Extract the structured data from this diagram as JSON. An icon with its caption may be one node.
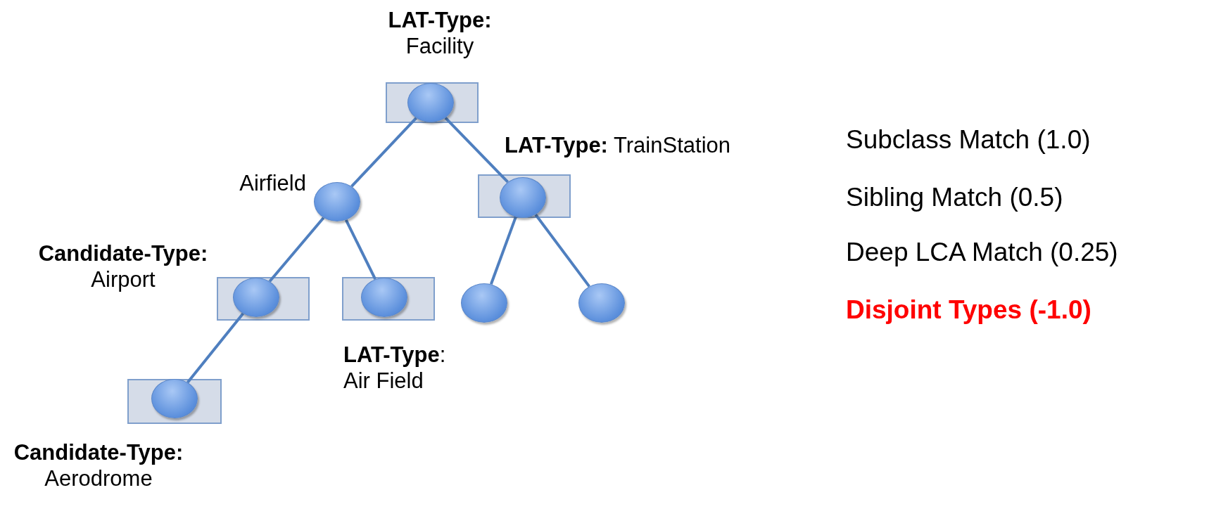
{
  "diagram": {
    "nodes": [
      {
        "text": [
          "**LAT-Type:** Facility"
        ]
      },
      {
        "text": [],
        "shape": "circle",
        "in": 0
      },
      {
        "text": [
          "Airfield"
        ]
      },
      {
        "text": [
          "**LAT-Type:** TrainStation"
        ]
      },
      {
        "text": [],
        "shape": "circle",
        "in": 3
      },
      {
        "text": [
          "**Candidate-Type:** Airport"
        ]
      },
      {
        "text": [],
        "shape": "circle",
        "in": 5
      },
      {
        "text": [
          "**LAT-Type**: Air Field"
        ]
      },
      {
        "text": [],
        "shape": "circle",
        "in": 7
      },
      {
        "text": [],
        "shape": "circle"
      },
      {
        "text": [],
        "shape": "circle"
      },
      {
        "text": [
          "**Candidate-Type:** Aerodrome"
        ]
      },
      {
        "text": [],
        "shape": "circle",
        "in": 11
      }
    ],
    "edges": [
      {
        "from": 1,
        "to": 2,
        "arrow": "none"
      },
      {
        "from": 1,
        "to": 4,
        "arrow": "none"
      },
      {
        "from": 2,
        "to": 6,
        "arrow": "none"
      },
      {
        "from": 2,
        "to": 8,
        "arrow": "none"
      },
      {
        "from": 4,
        "to": 9,
        "arrow": "none"
      },
      {
        "from": 4,
        "to": 10,
        "arrow": "none"
      },
      {
        "from": 6,
        "to": 12,
        "arrow": "none"
      }
    ],
    "labels": [
      "Subclass Match (1.0)",
      "Sibling Match (0.5)",
      "Deep LCA Match (0.25)",
      "Disjoint Types (-1.0)"
    ]
  }
}
